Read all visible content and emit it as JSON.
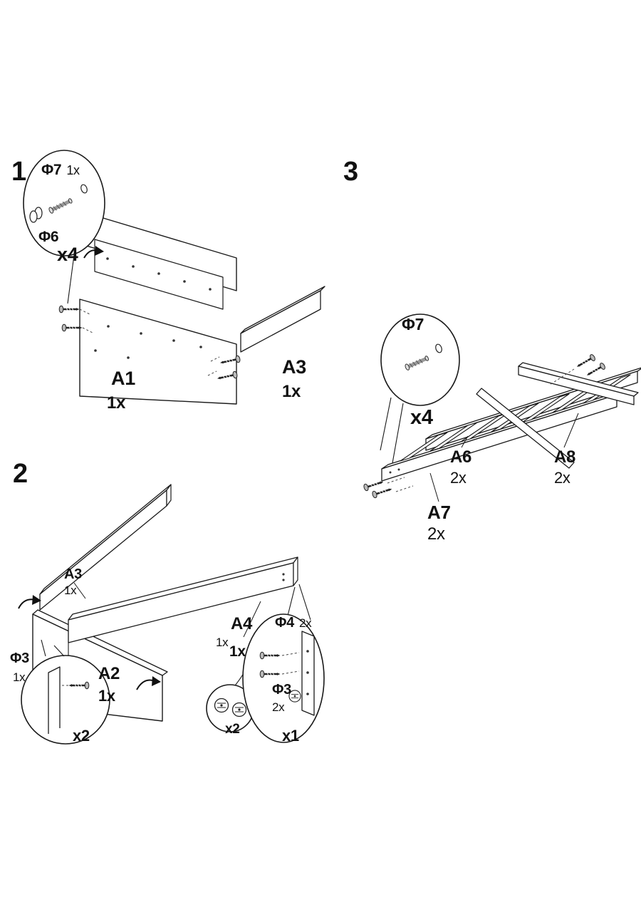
{
  "step1": {
    "num": "1",
    "phi7": "Φ7",
    "phi7_qty": "1x",
    "phi6": "Φ6",
    "times4": "x4",
    "a1": "A1",
    "a1_qty": "1x",
    "a3": "A3",
    "a3_qty": "1x"
  },
  "step2": {
    "num": "2",
    "a3": "A3",
    "a3_qty": "1x",
    "a2": "A2",
    "a2_qty": "1x",
    "a4": "A4",
    "a4_qty": "1x",
    "a4_qty2": "1x",
    "phi3_left": "Φ3",
    "phi3_left_qty": "1x",
    "times2_left": "x2",
    "times2_mid": "x2",
    "phi4": "Φ4",
    "phi4_qty": "2x",
    "phi3_right": "Φ3",
    "phi3_right_qty": "2x",
    "times1": "x1"
  },
  "step3": {
    "num": "3",
    "phi7": "Φ7",
    "times4": "x4",
    "a6": "A6",
    "a6_qty": "2x",
    "a8": "A8",
    "a8_qty": "2x",
    "a7": "A7",
    "a7_qty": "2x"
  }
}
